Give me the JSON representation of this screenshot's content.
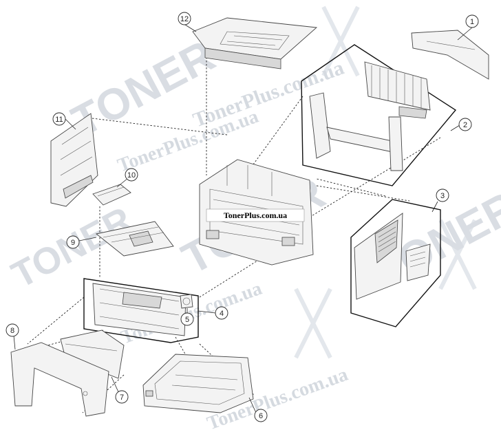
{
  "watermark": {
    "brand_lines": [
      "TONER",
      "TONER",
      "TONER",
      "TONER"
    ],
    "url_lines": [
      "TonerPlus.com.ua",
      "TonerPlus.com.ua",
      "TonerPlus.com.ua",
      "TonerPlus.com.ua"
    ]
  },
  "banner": {
    "text": "TonerPlus.com.ua"
  },
  "callouts": [
    "1",
    "2",
    "3",
    "4",
    "5",
    "6",
    "7",
    "8",
    "9",
    "10",
    "11",
    "12"
  ]
}
